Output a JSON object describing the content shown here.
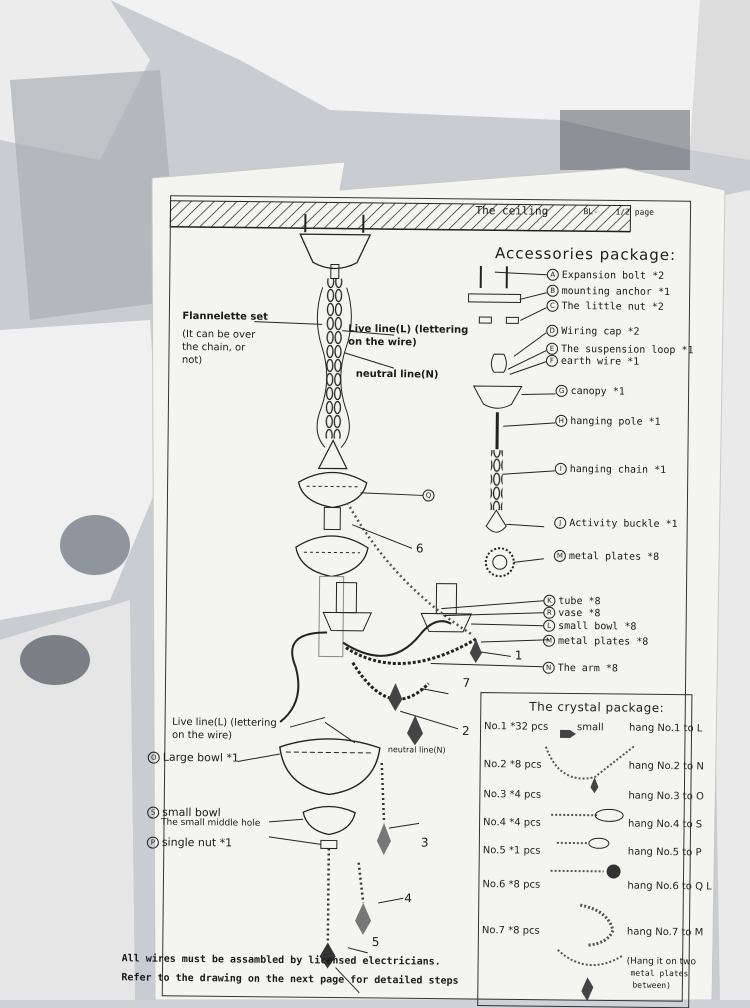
{
  "ceiling": {
    "label": "The ceiling",
    "code": "BL-",
    "page": "1/2 page"
  },
  "accessories": {
    "title": "Accessories package:",
    "items": [
      {
        "id": "A",
        "text": "Expansion bolt",
        "qty": "*2"
      },
      {
        "id": "B",
        "text": "mounting anchor",
        "qty": "*1"
      },
      {
        "id": "C",
        "text": "The little nut",
        "qty": "*2"
      },
      {
        "id": "D",
        "text": "Wiring cap",
        "qty": "*2"
      },
      {
        "id": "E",
        "text": "The suspension loop",
        "qty": "*1"
      },
      {
        "id": "F",
        "text": "earth wire",
        "qty": "*1"
      },
      {
        "id": "G",
        "text": "canopy",
        "qty": "*1"
      },
      {
        "id": "H",
        "text": "hanging pole",
        "qty": "*1"
      },
      {
        "id": "I",
        "text": "hanging chain",
        "qty": "*1"
      },
      {
        "id": "J",
        "text": "Activity buckle",
        "qty": "*1"
      },
      {
        "id": "M",
        "text": "metal plates",
        "qty": "*8"
      }
    ]
  },
  "arm_parts": [
    {
      "id": "K",
      "text": "tube",
      "qty": "*8"
    },
    {
      "id": "R",
      "text": "vase",
      "qty": "*8"
    },
    {
      "id": "L",
      "text": "small bowl",
      "qty": "*8"
    },
    {
      "id": "M",
      "text": "metal plates",
      "qty": "*8"
    },
    {
      "id": "N",
      "text": "The arm",
      "qty": "*8"
    }
  ],
  "left_labels": {
    "flannelette_title": "Flannelette set",
    "flannelette_note": [
      "(It can be over",
      "the chain, or",
      "not)"
    ],
    "live_line_top": [
      "Live line(L) (lettering",
      "on the wire)"
    ],
    "neutral_top": "neutral line(N)",
    "live_line_bottom": [
      "Live line(L) (lettering",
      "on the wire)"
    ],
    "neutral_bottom": "neutral line(N)",
    "q_marker": "Q"
  },
  "lower_parts": [
    {
      "id": "O",
      "text": "Large bowl",
      "qty": "*1"
    },
    {
      "id": "S",
      "text": "small bowl",
      "qty": "",
      "note": "The small middle hole"
    },
    {
      "id": "P",
      "text": "single nut",
      "qty": "*1"
    }
  ],
  "numbers": [
    "1",
    "2",
    "3",
    "4",
    "5",
    "6",
    "7"
  ],
  "crystal": {
    "title": "The crystal package:",
    "rows": [
      {
        "no": "No.1",
        "pcs": "*32 pcs",
        "extra": "small",
        "hang": "hang No.1 to",
        "to": "L"
      },
      {
        "no": "No.2",
        "pcs": "*8 pcs",
        "extra": "",
        "hang": "hang No.2 to",
        "to": "N"
      },
      {
        "no": "No.3",
        "pcs": "*4 pcs",
        "extra": "",
        "hang": "hang No.3 to",
        "to": "O"
      },
      {
        "no": "No.4",
        "pcs": "*4 pcs",
        "extra": "",
        "hang": "hang No.4 to",
        "to": "S"
      },
      {
        "no": "No.5",
        "pcs": "*1 pcs",
        "extra": "",
        "hang": "hang No.5 to",
        "to": "P"
      },
      {
        "no": "No.6",
        "pcs": "*8 pcs",
        "extra": "",
        "hang": "hang No.6 to",
        "to": "Q L"
      },
      {
        "no": "No.7",
        "pcs": "*8 pcs",
        "extra": "",
        "hang": "hang No.7 to",
        "to": "M"
      }
    ],
    "no7_note": [
      "(Hang it on two",
      "metal plates",
      "between)"
    ]
  },
  "footer": [
    "All wires must be assambled by licensed electricians.",
    "Refer to the drawing on the next page for detailed steps"
  ],
  "colors": {
    "paper": "#f4f4f1",
    "ink": "#1a1a1a",
    "foam": "#eeeeee",
    "foam_shadow": "#b9bcc0"
  }
}
